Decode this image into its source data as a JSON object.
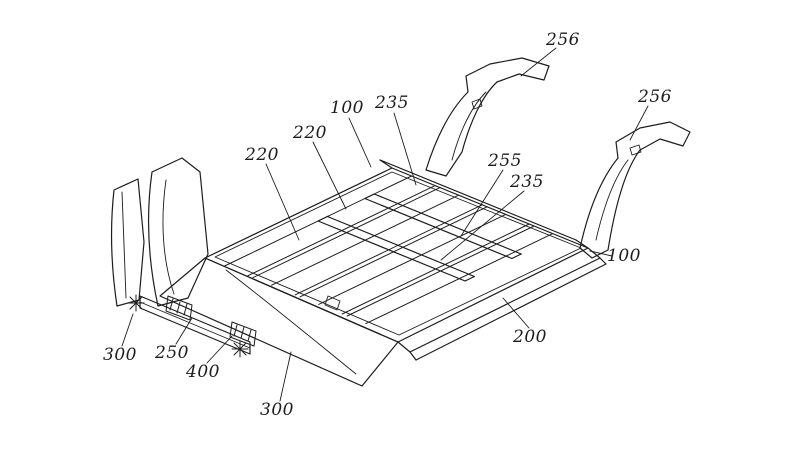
{
  "figure": {
    "kind": "patent-line-drawing",
    "labels": [
      {
        "id": "256-rear-left",
        "text": "256"
      },
      {
        "id": "256-rear-right",
        "text": "256"
      },
      {
        "id": "100-top",
        "text": "100"
      },
      {
        "id": "235-rear",
        "text": "235"
      },
      {
        "id": "220-upper",
        "text": "220"
      },
      {
        "id": "220-lower",
        "text": "220"
      },
      {
        "id": "255-mid",
        "text": "255"
      },
      {
        "id": "235-mid",
        "text": "235"
      },
      {
        "id": "100-right",
        "text": "100"
      },
      {
        "id": "200-sill",
        "text": "200"
      },
      {
        "id": "300-left",
        "text": "300"
      },
      {
        "id": "250-beam",
        "text": "250"
      },
      {
        "id": "400-box",
        "text": "400"
      },
      {
        "id": "300-bottom",
        "text": "300"
      }
    ]
  },
  "colors": {
    "background": "#ffffff",
    "line": "#1d1d1d"
  }
}
